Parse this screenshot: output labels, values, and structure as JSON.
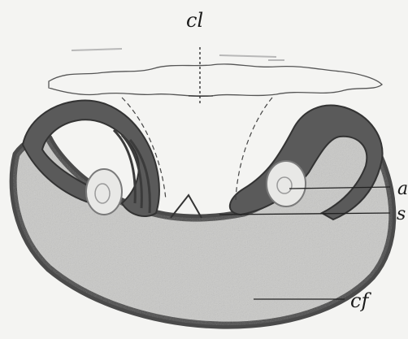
{
  "figure": {
    "background": "#f4f4f2",
    "tissue_dark": "#4a4a4a",
    "tissue_mid": "#8d8d8d",
    "tissue_light": "#c9c9c7",
    "labels": {
      "cl": "cl",
      "a": "a",
      "s": "s",
      "cf": "cf"
    }
  }
}
